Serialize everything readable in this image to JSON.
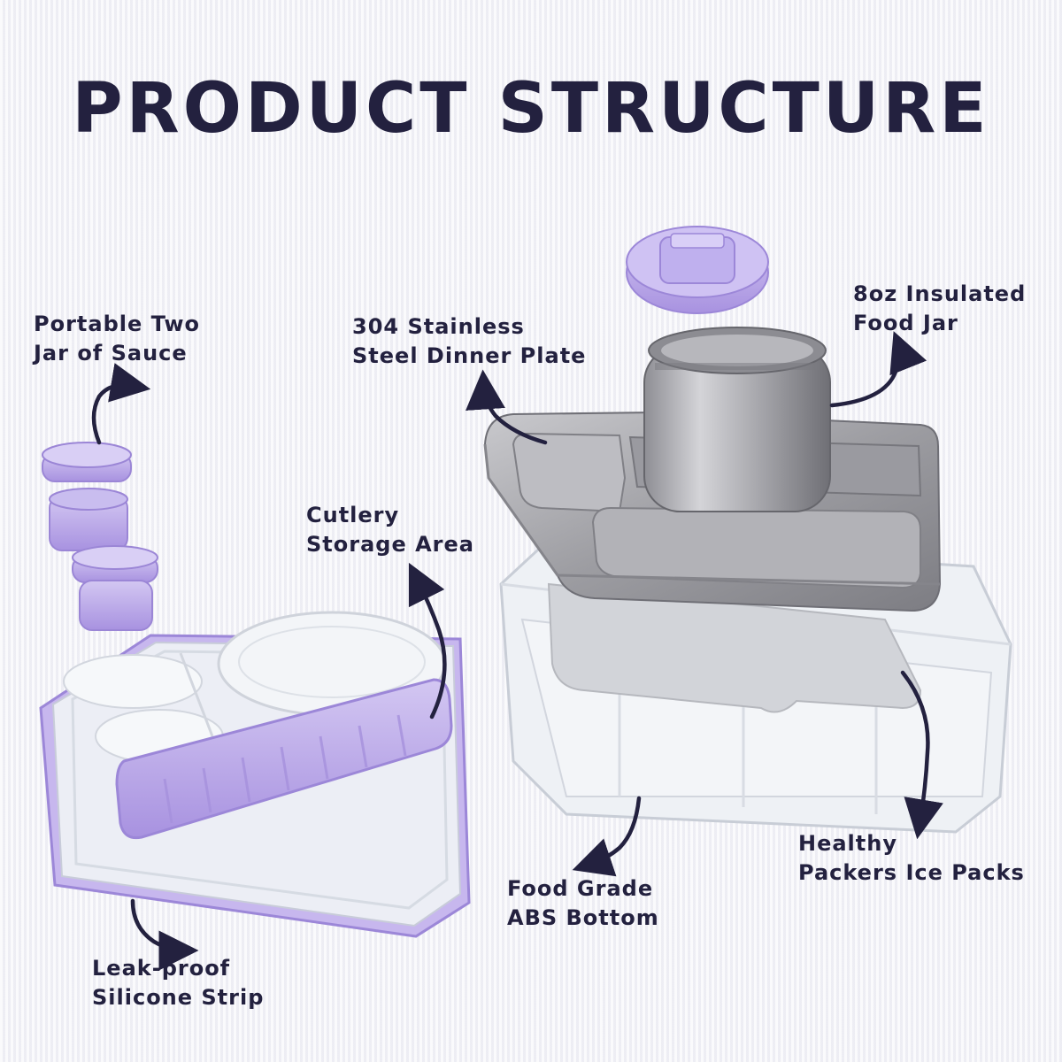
{
  "title": "PRODUCT STRUCTURE",
  "colors": {
    "title": "#23213f",
    "lavender": "#b9a8e6",
    "steel": "#a3a3a8",
    "clear": "#e9eef3"
  },
  "callouts": {
    "sauce": {
      "line1": "Portable Two",
      "line2": "Jar of Sauce"
    },
    "plate": {
      "line1": "304 Stainless",
      "line2": "Steel Dinner Plate"
    },
    "jar": {
      "line1": "8oz Insulated",
      "line2": "Food Jar"
    },
    "cutlery": {
      "line1": "Cutlery",
      "line2": "Storage Area"
    },
    "icepacks": {
      "line1": "Healthy",
      "line2": "Packers Ice Packs"
    },
    "bottom": {
      "line1": "Food Grade",
      "line2": "ABS Bottom"
    },
    "strip": {
      "line1": "Leak-proof",
      "line2": "Silicone Strip"
    }
  }
}
